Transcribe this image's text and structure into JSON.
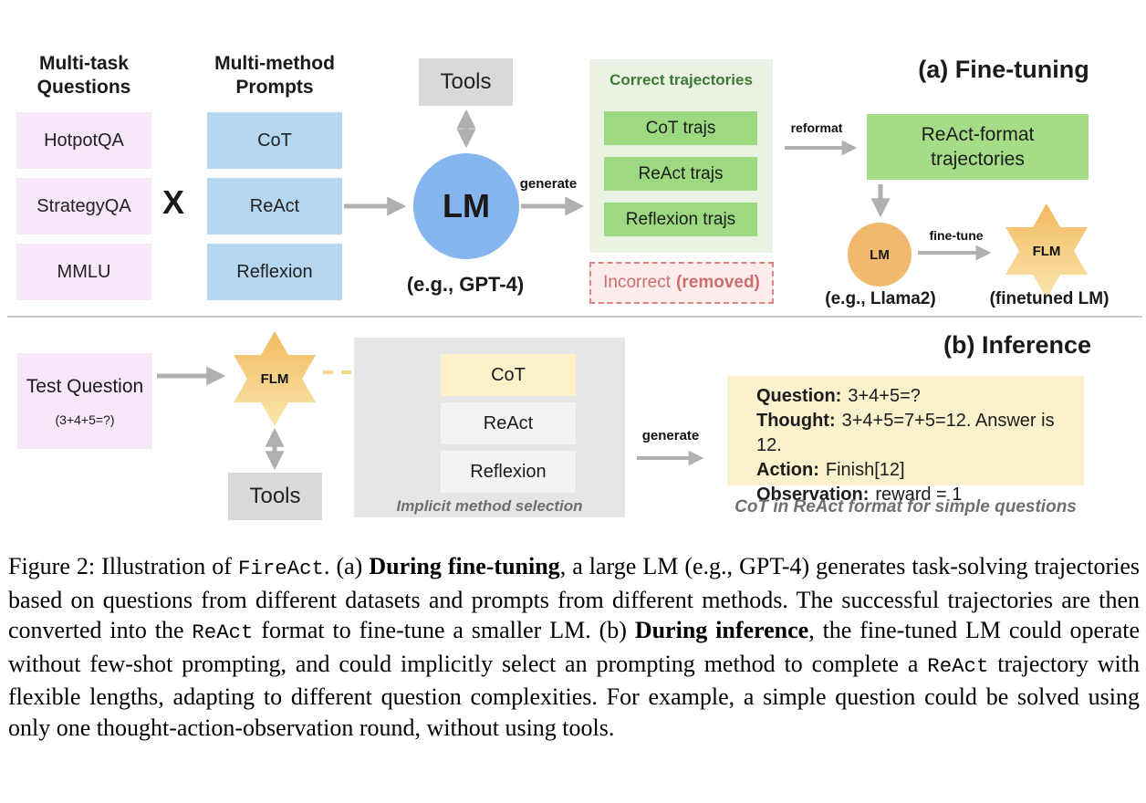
{
  "panel_a": {
    "heading": "(a) Fine-tuning",
    "questions_header": "Multi-task\nQuestions",
    "questions": [
      "HotpotQA",
      "StrategyQA",
      "MMLU"
    ],
    "cross": "X",
    "prompts_header": "Multi-method\nPrompts",
    "prompts": [
      "CoT",
      "ReAct",
      "Reflexion"
    ],
    "tools": "Tools",
    "lm": "LM",
    "lm_caption": "(e.g., GPT-4)",
    "generate": "generate",
    "correct_title": "Correct trajectories",
    "correct_trajs": [
      "CoT trajs",
      "ReAct trajs",
      "Reflexion trajs"
    ],
    "incorrect_normal": "Incorrect",
    "incorrect_bold": "(removed)",
    "reformat": "reformat",
    "react_format": "ReAct-format trajectories",
    "small_lm": "LM",
    "small_lm_caption": "(e.g., Llama2)",
    "fine_tune": "fine-tune",
    "flm": "FLM",
    "flm_caption": "(finetuned LM)"
  },
  "panel_b": {
    "heading": "(b) Inference",
    "test_question": "Test Question",
    "test_question_detail": "(3+4+5=?)",
    "flm": "FLM",
    "tools": "Tools",
    "methods": [
      "CoT",
      "ReAct",
      "Reflexion"
    ],
    "selection_caption": "Implicit method selection",
    "generate": "generate",
    "trajectory": [
      {
        "label": "Question:",
        "value": "3+4+5=?"
      },
      {
        "label": "Thought:",
        "value": "3+4+5=7+5=12. Answer is 12."
      },
      {
        "label": "Action:",
        "value": "Finish[12]"
      },
      {
        "label": "Observation:",
        "value": "reward = 1"
      }
    ],
    "trajectory_caption": "CoT in ReAct format for simple questions"
  },
  "caption": {
    "segments": [
      {
        "text": "Figure 2: Illustration of "
      },
      {
        "text": "FireAct"
      },
      {
        "text": ". (a) "
      },
      {
        "text": "During fine-tuning"
      },
      {
        "text": ", a large LM (e.g., GPT-4) generates task-solving trajectories based on questions from different datasets and prompts from different methods. The successful trajectories are then converted into the "
      },
      {
        "text": "ReAct"
      },
      {
        "text": " format to fine-tune a smaller LM. (b) "
      },
      {
        "text": "During inference"
      },
      {
        "text": ", the fine-tuned LM could operate without few-shot prompting, and could implicitly select an prompting method to complete a "
      },
      {
        "text": "ReAct"
      },
      {
        "text": " trajectory with flexible lengths, adapting to different question complexities. For example, a simple question could be solved using only one thought-action-observation round, without using tools."
      }
    ]
  },
  "colors": {
    "question_box": "#f7e7f9",
    "prompt_box": "#b5d7f2",
    "lm_circle": "#85b5ee",
    "tools_box": "#d9d9d9",
    "correct_container": "#eaf2e3",
    "correct_title": "#3c7a33",
    "trajectory_box": "#9dd980",
    "react_format_box": "#a5dc87",
    "incorrect_bg": "#fcecec",
    "incorrect_border": "#d98585",
    "incorrect_text": "#cd6e6e",
    "small_lm_circle": "#f0b96d",
    "star_gradient_top": "#f2ba60",
    "star_gradient_bottom": "#f9e6ac",
    "method_highlight": "#fdf1ca",
    "output_box": "#fbf1cc",
    "arrow_gray": "#b0b0b0",
    "arrow_yellow": "#f6d88f"
  }
}
